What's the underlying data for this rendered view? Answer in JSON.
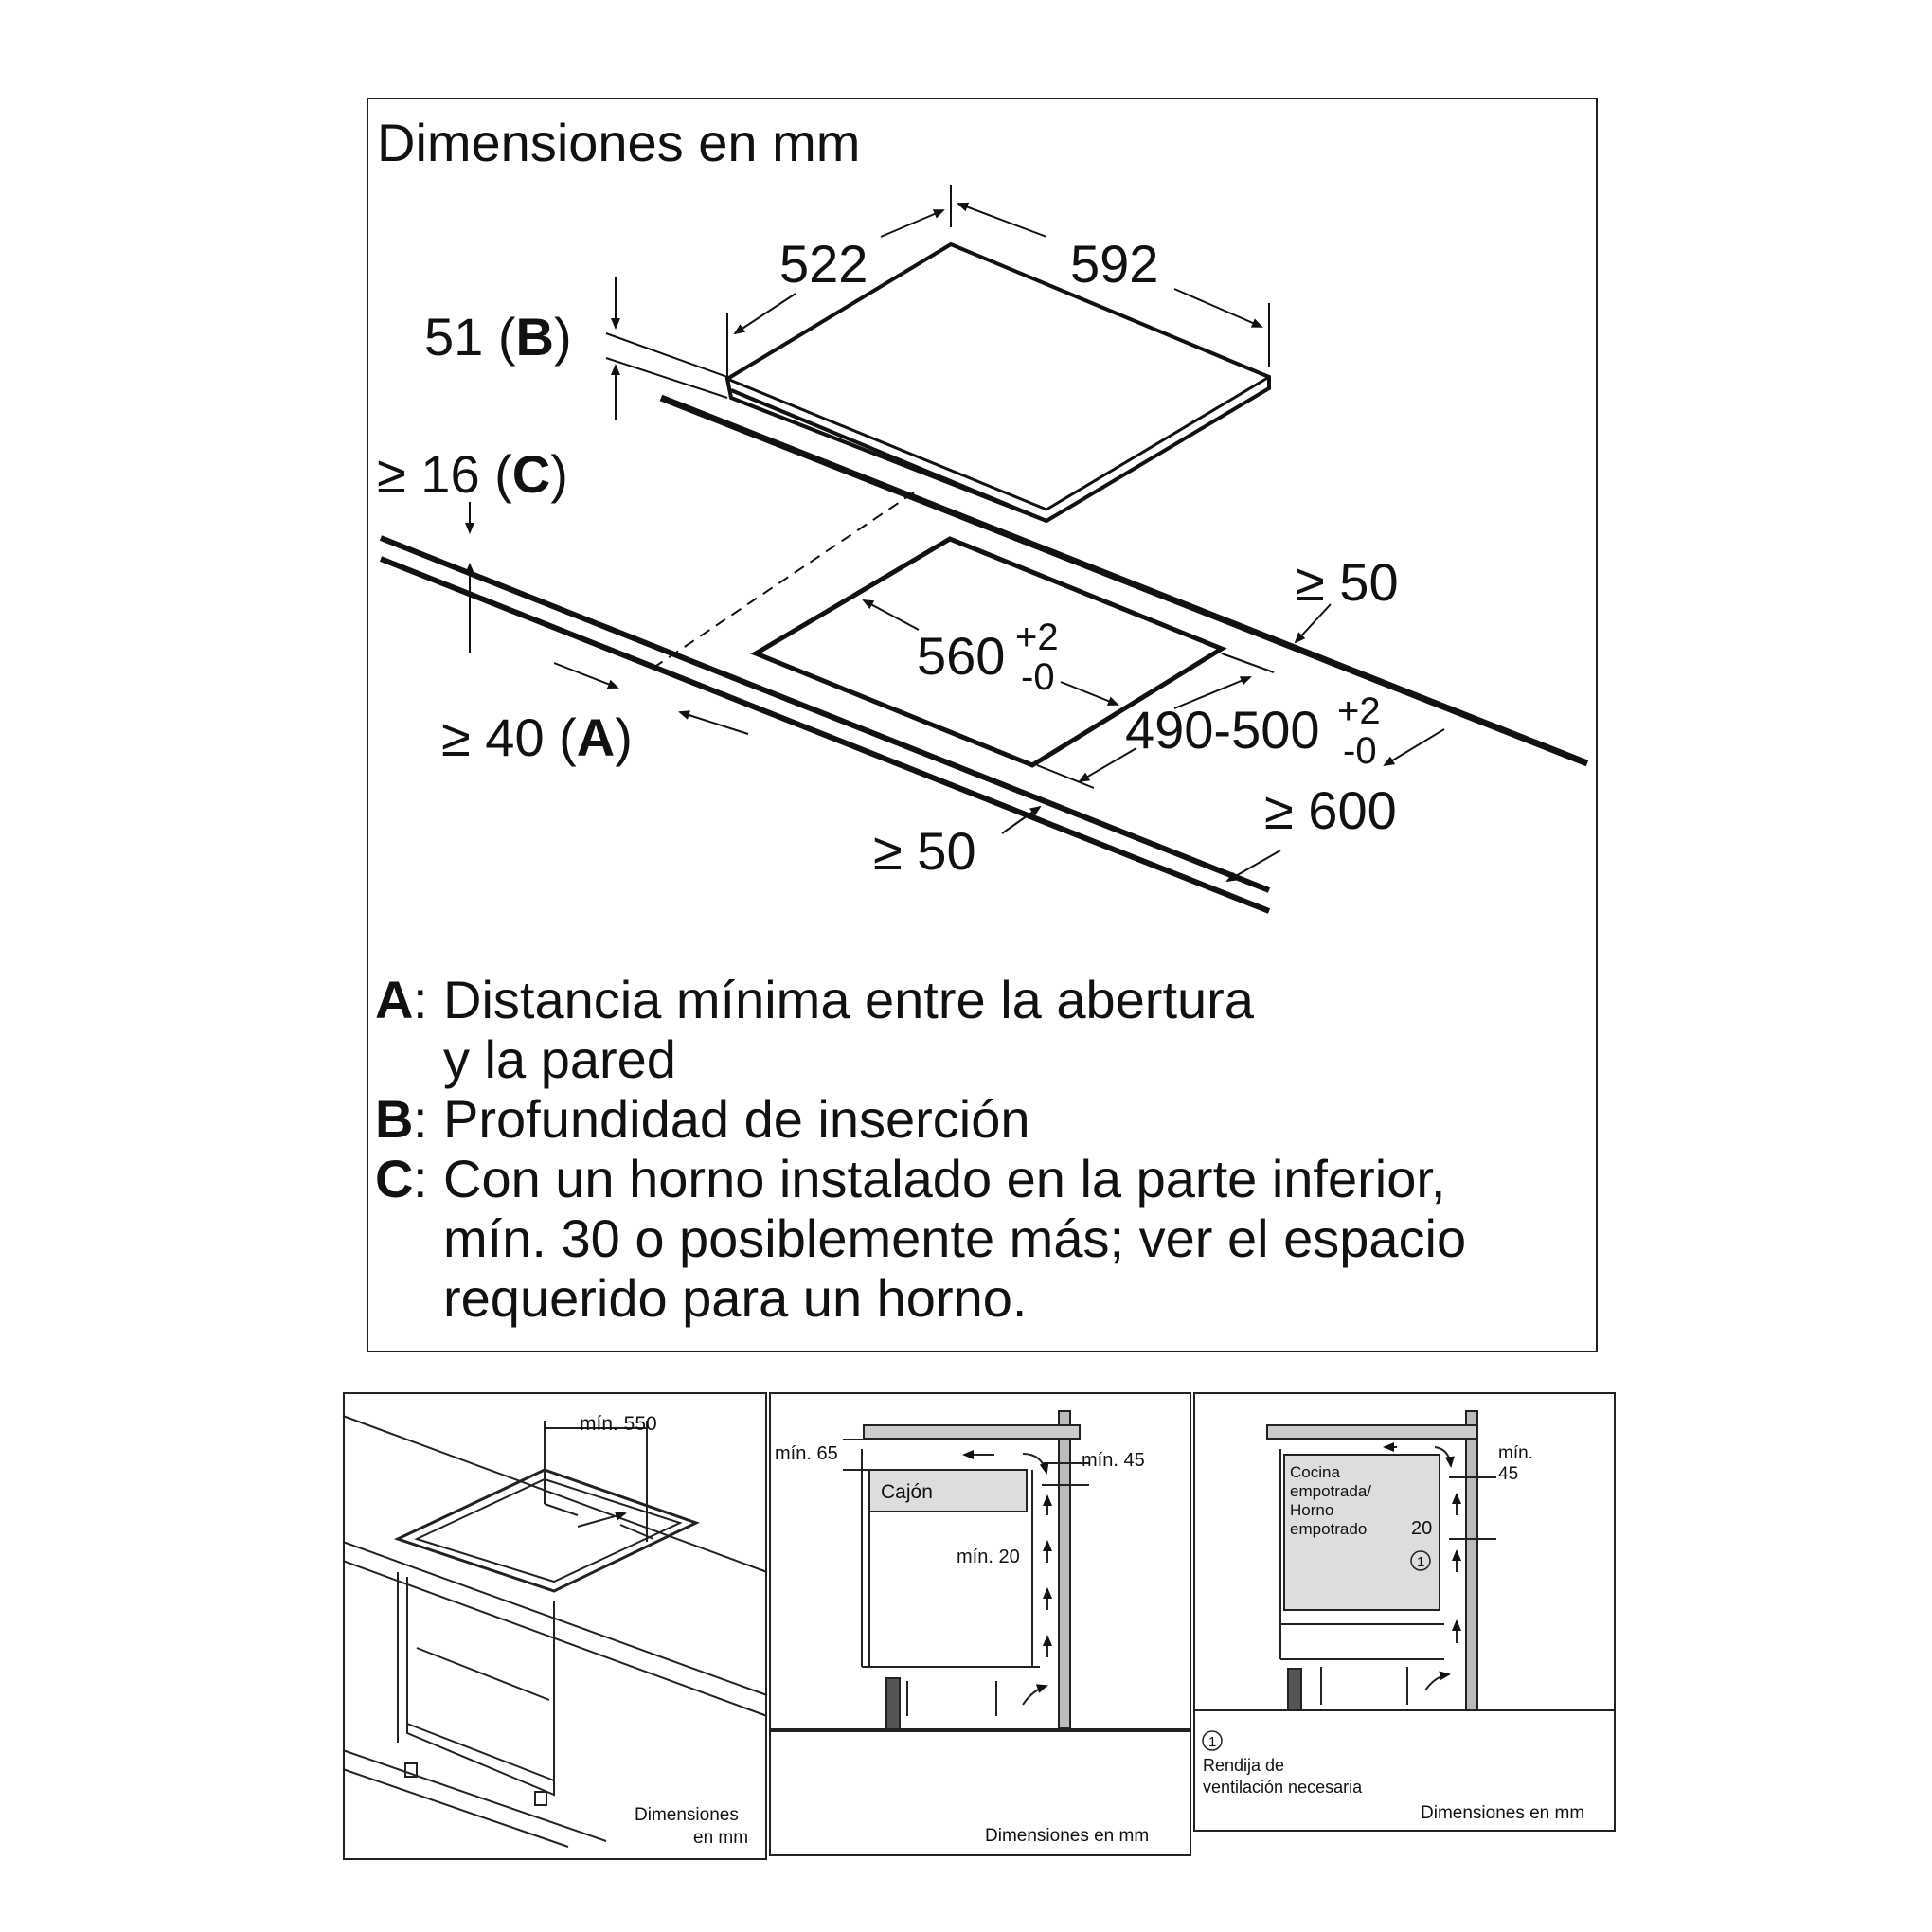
{
  "main_panel": {
    "title": "Dimensiones en mm",
    "dims": {
      "width_hob": "522",
      "depth_hob": "592",
      "insert_depth": "51 (",
      "insert_depth_key": "B",
      "insert_depth_close": ")",
      "oven_gap": "≥ 16 (",
      "oven_gap_key": "C",
      "oven_gap_close": ")",
      "wall_gap": "≥ 40 (",
      "wall_gap_key": "A",
      "wall_gap_close": ")",
      "cutout_width": "560",
      "cutout_width_tol_plus": "+2",
      "cutout_width_tol_minus": "-0",
      "cutout_depth": "490-500",
      "cutout_depth_tol_plus": "+2",
      "cutout_depth_tol_minus": "-0",
      "side_gap_back": "≥ 50",
      "side_gap_front": "≥ 50",
      "worktop_depth": "≥ 600"
    },
    "legend": [
      {
        "key": "A",
        "lines": [
          "Distancia mínima entre la abertura",
          "y la pared"
        ]
      },
      {
        "key": "B",
        "lines": [
          "Profundidad de inserción"
        ]
      },
      {
        "key": "C",
        "lines": [
          "Con un horno instalado en la parte inferior,",
          "mín. 30 o posiblemente más; ver el espacio",
          "requerido para un horno."
        ]
      }
    ]
  },
  "panel_left": {
    "min_label": "mín. 550",
    "footer_line1": "Dimensiones",
    "footer_line2": "en mm"
  },
  "panel_mid": {
    "min65": "mín. 65",
    "min45": "mín. 45",
    "min20": "mín. 20",
    "drawer": "Cajón",
    "footer": "Dimensiones en mm"
  },
  "panel_right": {
    "min_top": "mín.",
    "min_val": "45",
    "oven_l1": "Cocina",
    "oven_l2": "empotrada/",
    "oven_l3": "Horno",
    "oven_l4": "empotrado",
    "gap20": "20",
    "marker": "1",
    "note_marker": "1",
    "note_l1": "Rendija de",
    "note_l2": "ventilación necesaria",
    "footer": "Dimensiones en mm"
  }
}
